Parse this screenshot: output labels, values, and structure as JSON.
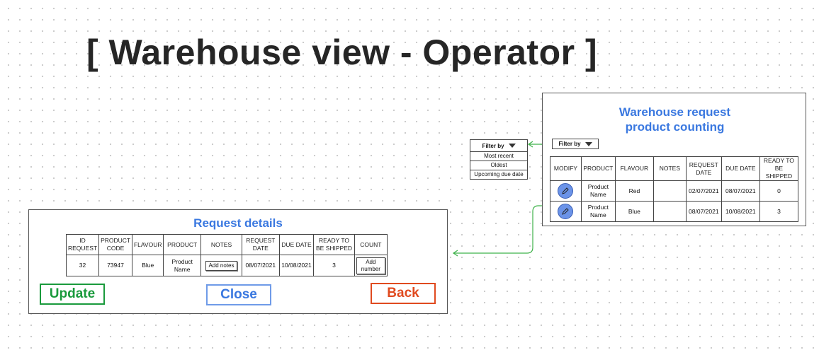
{
  "page": {
    "title": "[ Warehouse view - Operator ]"
  },
  "filter_dropdown": {
    "label": "Filter by",
    "options": [
      "Most recent",
      "Oldest",
      "Upcoming due date"
    ]
  },
  "warehouse_panel": {
    "title_line1": "Warehouse request",
    "title_line2": "product counting",
    "filter_label": "Filter by",
    "headers": [
      "MODIFY",
      "PRODUCT",
      "FLAVOUR",
      "NOTES",
      "REQUEST DATE",
      "DUE DATE",
      "READY TO BE SHIPPED"
    ],
    "rows": [
      {
        "product": "Product Name",
        "flavour": "Red",
        "notes": "",
        "request_date": "02/07/2021",
        "due_date": "08/07/2021",
        "ready": "0"
      },
      {
        "product": "Product Name",
        "flavour": "Blue",
        "notes": "",
        "request_date": "08/07/2021",
        "due_date": "10/08/2021",
        "ready": "3"
      }
    ]
  },
  "details_panel": {
    "title": "Request details",
    "headers": [
      "ID REQUEST",
      "PRODUCT CODE",
      "FLAVOUR",
      "PRODUCT",
      "NOTES",
      "REQUEST DATE",
      "DUE DATE",
      "READY TO BE SHIPPED",
      "COUNT"
    ],
    "row": {
      "id": "32",
      "code": "73947",
      "flavour": "Blue",
      "product": "Product Name",
      "notes_btn": "Add notes",
      "request_date": "08/07/2021",
      "due_date": "10/08/2021",
      "ready": "3",
      "count_btn": "Add number"
    },
    "buttons": {
      "update": "Update",
      "close": "Close",
      "back": "Back"
    }
  },
  "colors": {
    "accent_blue": "#3a78e0",
    "update_green": "#1a9a3c",
    "close_blue": "#6f9be8",
    "back_red": "#e04a1f",
    "connector_green": "#3fb24a"
  }
}
